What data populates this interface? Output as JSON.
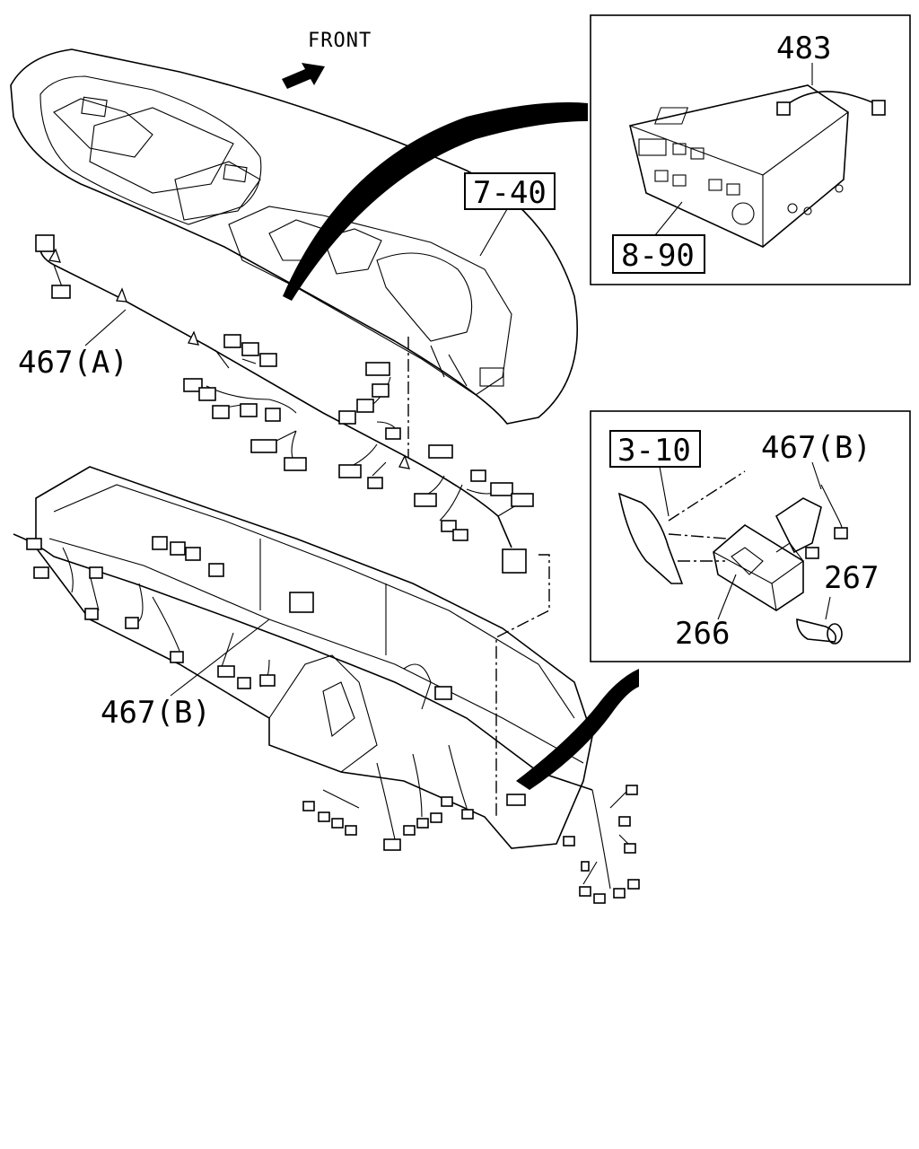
{
  "direction_label": "FRONT",
  "callouts": {
    "radio_harness": "483",
    "dash_panel_ref": "7-40",
    "radio_ref": "8-90",
    "harness_a": "467(A)",
    "harness_b_main": "467(B)",
    "bracket_ref": "3-10",
    "harness_b_detail": "467(B)",
    "bolt": "267",
    "module": "266"
  }
}
